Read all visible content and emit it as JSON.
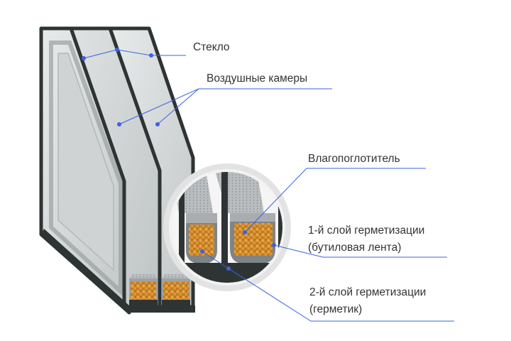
{
  "labels": {
    "glass": "Стекло",
    "air_chambers": "Воздушные камеры",
    "desiccant": "Влагопоглотитель",
    "seal1_line1": "1-й слой герметизации",
    "seal1_line2": "(бутиловая лента)",
    "seal2_line1": "2-й слой герметизации",
    "seal2_line2": "(герметик)"
  },
  "colors": {
    "leader_line": "#3b63e0",
    "leader_dot": "#3b63e0",
    "frame_dark": "#2e3434",
    "glass_tint": "#d9dcdc",
    "spacer_metal": "#a9adb0",
    "desiccant_orange": "#d08a2c",
    "magnifier_ring": "#e6e6e6"
  }
}
